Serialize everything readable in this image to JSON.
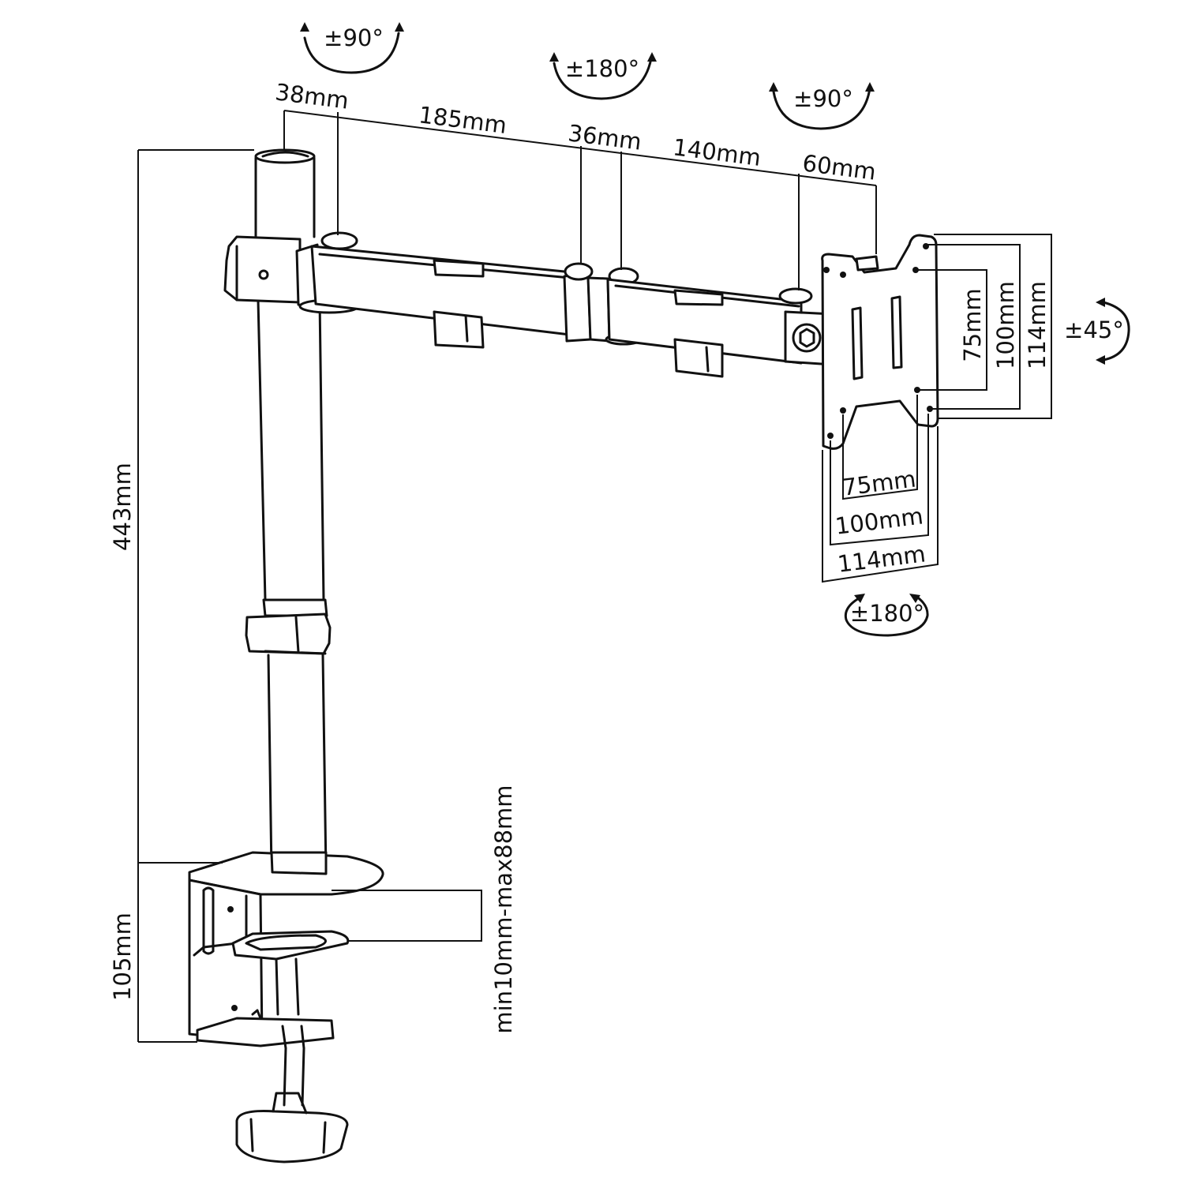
{
  "rotation": {
    "top_left": "±90°",
    "top_mid": "±180°",
    "top_right": "±90°",
    "tilt": "±45°",
    "bottom": "±180°"
  },
  "arm": {
    "seg_a": "38mm",
    "seg_b": "185mm",
    "seg_c": "36mm",
    "seg_d": "140mm",
    "seg_e": "60mm"
  },
  "vesa": {
    "v75": "75mm",
    "v100": "100mm",
    "v114": "114mm",
    "h75": "75mm",
    "h100": "100mm",
    "h114": "114mm"
  },
  "pole": {
    "height": "443mm",
    "clamp_height": "105mm",
    "desk_range": "min10mm-max88mm"
  },
  "colors": {
    "line": "#111111",
    "background": "#ffffff"
  }
}
